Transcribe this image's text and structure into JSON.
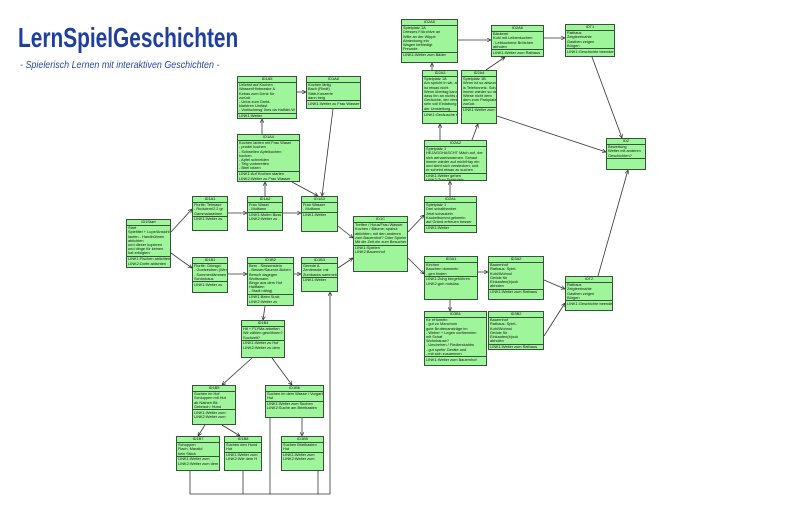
{
  "header": {
    "title": "LernSpielGeschichten",
    "subtitle": "- Spielerisch Lernen mit interaktiven Geschichten -"
  },
  "colors": {
    "box_fill": "#9ef59a",
    "box_border": "#35553a",
    "connector": "#333333",
    "header_title": "#1f3f9f",
    "header_subtitle": "#2a49a8"
  },
  "nodes": [
    {
      "title": "ID1Start",
      "lines": [
        "Start",
        "Spieltitel + Lupe/Ansicht",
        "laufen - Handbühnen",
        "ablichten",
        "und dieser kopieren",
        "und dinge für keinen",
        "hat erfolgten"
      ],
      "links": [
        "LINK1:Fischen ablichten",
        "LINK2:Dorfe ablichten"
      ]
    },
    {
      "title": "ID1A1",
      "lines": [
        "Flurlte: Telmase",
        "- Rudolem/2.2 gr",
        "Gammalaseinen"
      ],
      "links": [
        "LINK1:Weiter zu"
      ]
    },
    {
      "title": "ID1B1",
      "lines": [
        "Flurlte: Grinsgd",
        "- Goetzeuben (Wendv",
        "- Sommerdämmen fel",
        "Schönhaus"
      ],
      "links": [
        "LINK1:Weiter zu"
      ]
    },
    {
      "title": "ID1A2",
      "lines": [
        "Frau Wasel",
        "- Mulltann"
      ],
      "links": [
        "LINK1:Mutim Buss",
        "LINK2:Weiter zu"
      ]
    },
    {
      "title": "ID1B2",
      "lines": [
        "Bern - Sessenstein",
        "- Besser/Saumnr-Buben",
        "Bersch dagegen",
        "Wolfsmann",
        "Bingo aus dem Hof",
        "Haltfalen",
        "- Stadt nähig)"
      ],
      "links": [
        "LINK1:Beim Suck",
        "LINK2:Weiter zu"
      ]
    },
    {
      "title": "ID1A3",
      "lines": [
        "Frau Wasser",
        "- Mulltann"
      ],
      "links": [
        "LINK1:Weiter"
      ]
    },
    {
      "title": "ID1B3",
      "lines": [
        "Gerede A",
        "Zentimsda: mir",
        "Zumbacks sammeln"
      ],
      "links": [
        "LINK1:Weiter"
      ]
    },
    {
      "title": "ID1A5",
      "lines": [
        "Urlichst auf Kochen",
        "Wasser/Hintmaske &",
        "Kebas zum Denk für",
        "zurück",
        "- Urlos zum Drekt-",
        "klarktren Umfast",
        "- Vorlischmsg' Ikes da Halfdel-W"
      ],
      "links": [
        "LINK1:Weiter"
      ]
    },
    {
      "title": "ID1A6",
      "lines": [
        "Kochen lärtig",
        "Bach (Rindt)",
        "Stäb-Konzerte",
        "dann beig"
      ],
      "links": [
        "LINK1:Weiter zu Frau Wasser"
      ]
    },
    {
      "title": "ID1A4",
      "lines": [
        "Kochen lanten mit Frau Wasel",
        "- prodei kochen",
        "- Schwellen Apfelkuchen",
        "kochen",
        "- Apfel schneiden",
        "- Teig vorbereiten",
        "- Bbel lotzen"
      ],
      "links": [
        "LINK1:Auf Kochen starten",
        "LINK2:Weiter zu Frau Wasser"
      ]
    },
    {
      "title": "ID1B4",
      "lines": [
        "Hit + FLYMa arbeiten",
        "Wir zählen gewöhnen?",
        "Suchzeit?"
      ],
      "links": [
        "LINK1:Weiter zu Hof",
        "LINK2:Weiter zu dem"
      ]
    },
    {
      "title": "ID1B5",
      "lines": [
        "Suchen im Hof",
        "Schluppen mit Hut",
        "ab Nathen Bk",
        "Gebrisch: Hund"
      ],
      "links": [
        "LINK1:Weiter zum",
        "LINK2:Weiter zum"
      ]
    },
    {
      "title": "ID1B6",
      "lines": [
        "Suchen im dem Wasse / Vorgarten",
        "Hut"
      ],
      "links": [
        "LINK1:Weiter zum Suchen",
        "LINK2:Suche am Briefkasten"
      ]
    },
    {
      "title": "ID1B7",
      "lines": [
        "Schuppen",
        "Flach, Maralid",
        "kein Stück"
      ],
      "links": [
        "LINK1:Weiter zum",
        "LINK2:Weiter zum dem"
      ]
    },
    {
      "title": "ID1B8",
      "lines": [
        "Suchen den Hund",
        "Hut"
      ],
      "links": [
        "LINK1:Weiter zum",
        "LINK2:Wie dem H"
      ]
    },
    {
      "title": "ID1B9",
      "lines": [
        "Suchen Briefkasten",
        "Hut"
      ],
      "links": [
        "LINK1:Weiter zum",
        "LINK2:Weiter zum"
      ]
    },
    {
      "title": "ID1C",
      "lines": [
        "Treffen / Hous/Frau Wasser",
        "Kochen / Bäume; spahul",
        "ablichten; mit den anderen",
        "zum Bauernhof? Oder Spieler",
        "Mit die Zeit ein zum Besucher zu"
      ],
      "links": [
        "LINK1:Spielen",
        "LINK2:Bauernhof"
      ]
    },
    {
      "title": "ID2A1",
      "lines": [
        "Spielplatz 1",
        "Drei schaltbanker",
        "Jetzt schaukeln",
        "Kaukelbummi gekmeln",
        "auf Gründ erfreuen besser"
      ],
      "links": [
        "LINK1:Weiter"
      ]
    },
    {
      "title": "ID2A2",
      "lines": [
        "Spielplatz 1",
        "HEJAGGHASCHT Mäch auf, der",
        "sich aehaar/swarmen. Schaut",
        "immer wieder auf mich/Hay ein",
        "und sieht sich verstecken; und",
        "er scheint etwas zu suchen"
      ],
      "links": [
        "LINK1:Weiter gehen",
        "LINK2:Zum Spielplatz"
      ]
    },
    {
      "title": "ID2A3",
      "lines": [
        "Spielplatz 1A",
        "Am spricht in wir, ab",
        "ist etwas nicht",
        "Wenn übertag kann,",
        "dass ihn an nichts einen",
        "Geräuche, der versteckt",
        "sein voll Einlabung was",
        "der Umstellung."
      ],
      "links": [
        "LINK1:Geräusche suchen"
      ]
    },
    {
      "title": "ID2A4",
      "lines": [
        "Spielplatz 1B",
        "Wenn ist so abwunde",
        "is Telefonnetz. Schaut",
        "immer wieder so der",
        "Wiese nicht dem",
        "dem zum Parkplatz",
        "zurück"
      ],
      "links": [
        "LINK1:Weiter zum Bäder"
      ]
    },
    {
      "title": "ID2A5",
      "lines": [
        "Spielplatz 1A",
        "Dresses F/Archive an",
        "Wille an der Wippe",
        "Abdeckung ein",
        "Wagen befriedigt",
        "Freunde"
      ],
      "links": [
        "LINK1:Weiter zum Bäder"
      ]
    },
    {
      "title": "ID2A6",
      "lines": [
        "Bäckerei",
        "Kuhl mit Leibenkuchen",
        "- Lebkuchene Brötchen",
        "abholen"
      ],
      "links": [
        "LINK1:Weiter zum Rathaus"
      ]
    },
    {
      "title": "IDT1",
      "lines": [
        "Rathaus",
        "Zeigteerinahle",
        "Gasthen zeigen",
        "Bürgen"
      ],
      "links": [
        "LINK1:Geschichte beenden"
      ]
    },
    {
      "title": "IDZ",
      "lines": [
        "Bewertung",
        "Weiter mit anderen",
        "Geschichten?"
      ],
      "links": []
    },
    {
      "title": "ID3A1",
      "lines": [
        "Kirchen",
        "Bauchen dommeln",
        "- gen finden"
      ],
      "links": [
        "LINK1:Zuhg bergehöhren",
        "LINK2:gnh mdsüss"
      ]
    },
    {
      "title": "ID3A2",
      "lines": [
        "Bauernhof",
        "Rathaus: Spiel-",
        "Kuhl/Wohnul",
        "Geöde für",
        "Einkaufen(b)ock",
        "abholen"
      ],
      "links": [
        "LINK1:Weiter zum Rathaus"
      ]
    },
    {
      "title": "ID3B1",
      "lines": [
        "Kir eHumeln",
        "- gut zu Manchom",
        "gute Bruttenansträge im",
        "- Weber + Legen vorflammen",
        "mit Schaf",
        "Wohnhause?",
        "- Umdrehen / Fiedlerskahbs",
        "- gut spefer Geräte und",
        "- mit sich zusammen"
      ],
      "links": [
        "LINK1:Weiter zum Bauernhof"
      ]
    },
    {
      "title": "ID3B2",
      "lines": [
        "Bauernhof",
        "Rathaus: Spiel-",
        "Kuhl/Wohnul",
        "Geöde für",
        "Einkaufen(b)ock",
        "abholen"
      ],
      "links": [
        "LINK1:Weiter zum Rathaus"
      ]
    },
    {
      "title": "IDT2",
      "lines": [
        "Rathaus",
        "Zeigteerinahle",
        "Gasthen zeigen",
        "Bürgen"
      ],
      "links": [
        "LINK1:Geschichte beenden"
      ]
    }
  ]
}
